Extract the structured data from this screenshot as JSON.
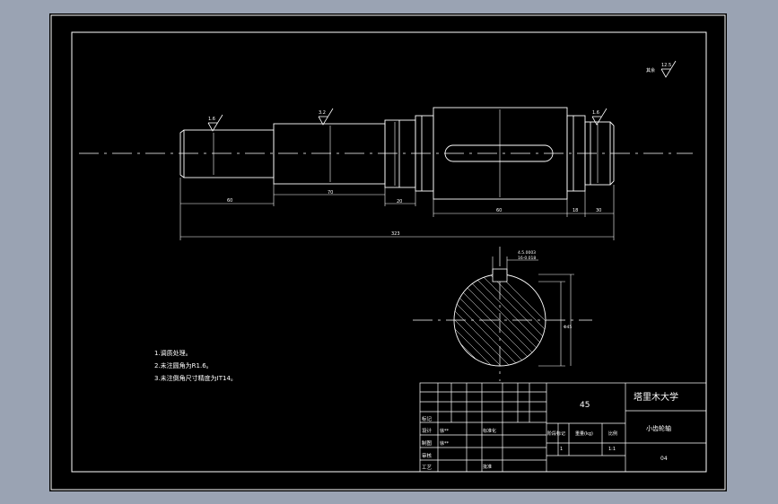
{
  "drawing": {
    "background_color": "#000000",
    "frame_color": "#ffffff",
    "viewport_bg": "#9aa3b3"
  },
  "shaft": {
    "dimensions": {
      "seg1_len": "60",
      "seg2_len": "70",
      "seg3_len": "20",
      "seg5_len": "60",
      "seg6_len": "18",
      "seg7_len": "30",
      "total_len": "323"
    },
    "roughness": {
      "left_journal": "1.6",
      "mid_journal": "3.2",
      "right_journal": "1.6"
    }
  },
  "section": {
    "key_width_tol": "4.5.0003",
    "key_depth_tol": "16-0.018",
    "dia_label": "Φ45"
  },
  "surface_mark": {
    "label": "其余",
    "value": "12.5"
  },
  "notes": [
    "1.调质处理。",
    "2.未注圆角为R1.6。",
    "3.未注倒角尺寸精度为IT14。"
  ],
  "title_block": {
    "material": "45",
    "school": "塔里木大学",
    "part_name": "小齿轮轴",
    "drawing_no": "04",
    "rows": {
      "mark": "标记",
      "design": "设计",
      "draw": "制图",
      "check": "审核",
      "process": "工艺",
      "standard": "标准化",
      "approve": "批准"
    },
    "design_name": "徐**",
    "draw_name": "徐**",
    "col_headers": {
      "stage": "阶段标记",
      "weight": "重量(kg)",
      "scale": "比例"
    },
    "scale_value": "1:1",
    "count_value": "1"
  }
}
